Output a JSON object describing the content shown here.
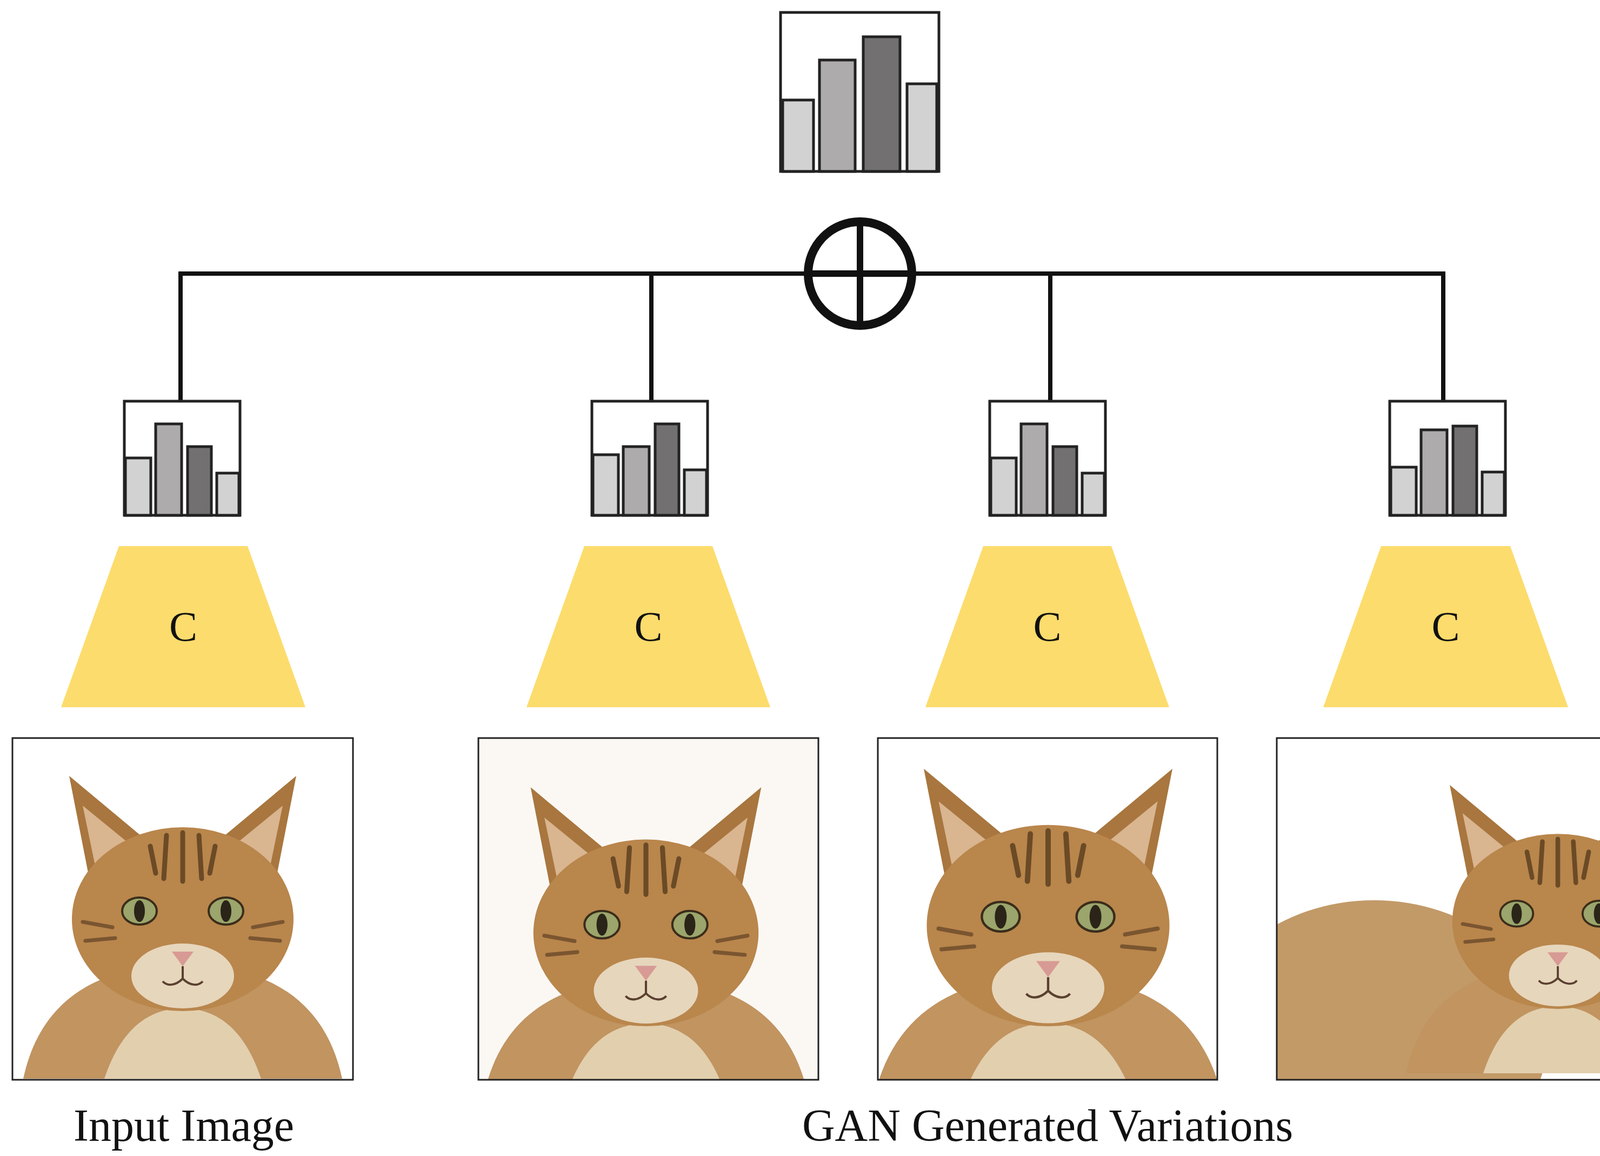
{
  "diagram": {
    "nodes": [
      {
        "text": [
          "C"
        ]
      },
      {
        "text": [
          "C"
        ]
      },
      {
        "text": [
          "C"
        ]
      },
      {
        "text": [
          "C"
        ]
      }
    ],
    "labels": [
      "Input Image",
      "GAN Generated Variations"
    ]
  }
}
